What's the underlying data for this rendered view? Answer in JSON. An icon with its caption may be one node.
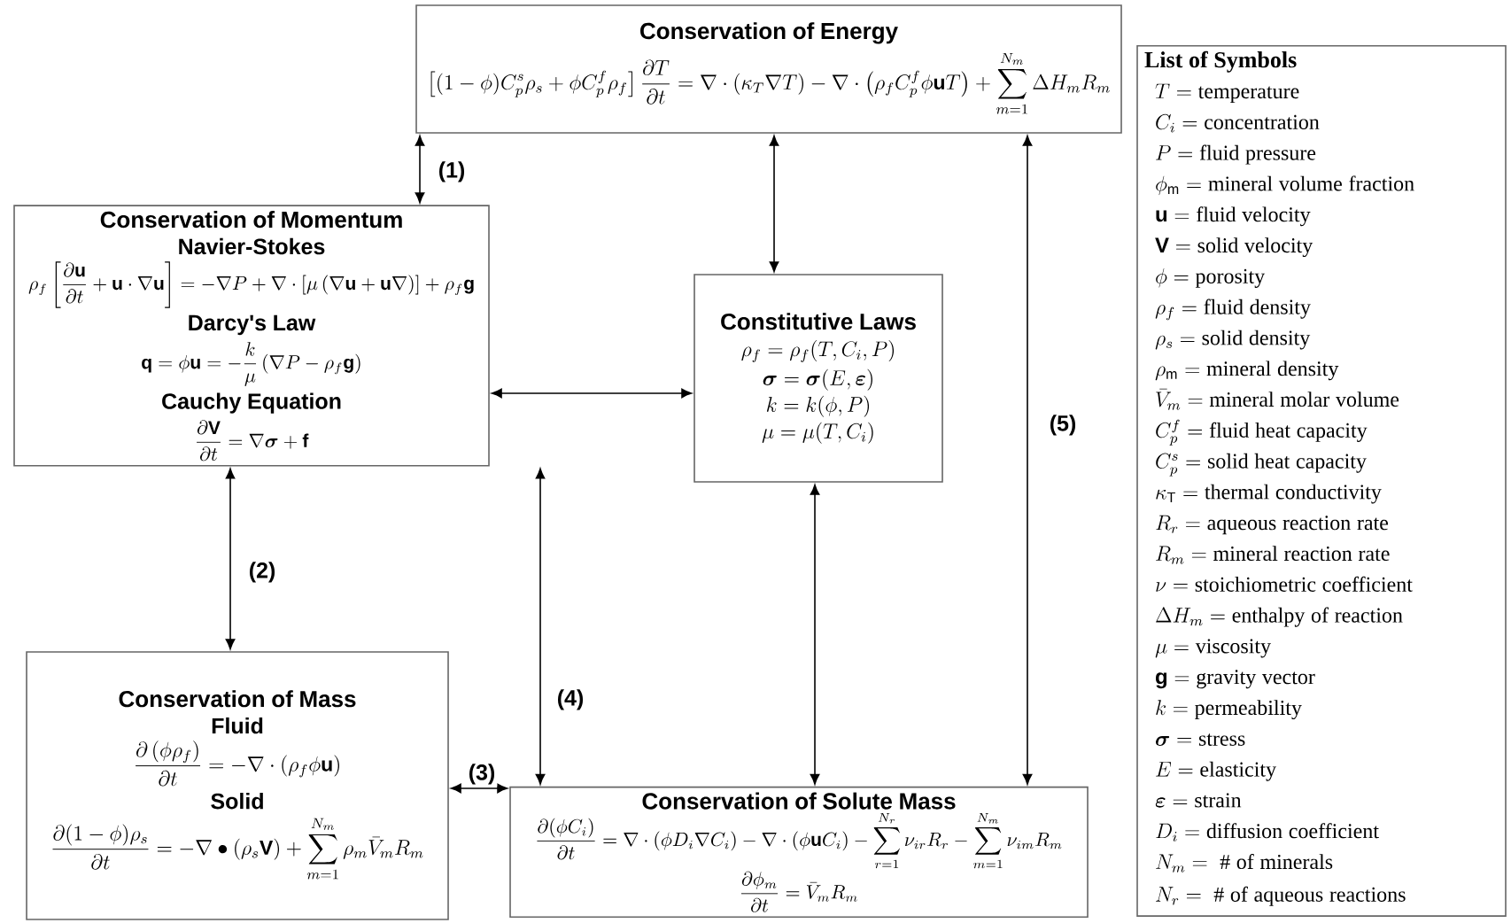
{
  "diagram": {
    "nodes": [
      {
        "text": [
          "Conservation of Energy",
          "\\left[(1-\\phi)C_p^s\\rho_s+\\phi C_p^f\\rho_f\\right]\\frac{\\partial T}{\\partial t}=\\nabla\\cdot\\left(\\kappa_T\\nabla T\\right)-\\nabla\\cdot\\left(\\rho_f C_p^f\\phi\\mathbf{u}T\\right)+\\sum_{m=1}^{N_m}\\Delta H_m R_m"
        ]
      },
      {
        "text": [
          "Conservation of Momentum",
          "Navier-Stokes",
          "\\rho_f\\left[\\frac{\\partial\\mathbf{u}}{\\partial t}+\\mathbf{u}\\cdot\\nabla\\mathbf{u}\\right]=-\\nabla P+\\nabla\\cdot\\left[\\mu\\left(\\nabla\\mathbf{u}+\\mathbf{u}\\nabla\\right)\\right]+\\rho_f\\mathbf{g}",
          "Darcy's Law",
          "\\mathbf{q}=\\phi\\mathbf{u}=-\\frac{k}{\\mu}\\left(\\nabla P-\\rho_f\\mathbf{g}\\right)",
          "Cauchy Equation",
          "\\frac{\\partial\\mathbf{V}}{\\partial t}=\\nabla\\boldsymbol{\\sigma}+\\mathbf{f}"
        ]
      },
      {
        "text": [
          "Constitutive Laws",
          "\\rho_f=\\rho_f(T,C_i,P)",
          "\\boldsymbol{\\sigma}=\\boldsymbol{\\sigma}(E,\\boldsymbol{\\varepsilon})",
          "k=k(\\phi,P)",
          "\\mu=\\mu(T,C_i)"
        ]
      },
      {
        "text": [
          "Conservation of Mass",
          "Fluid",
          "\\frac{\\partial\\left(\\phi\\rho_f\\right)}{\\partial t}=-\\nabla\\cdot\\left(\\rho_f\\phi\\mathbf{u}\\right)",
          "Solid",
          "\\frac{\\partial(1-\\phi)\\rho_s}{\\partial t}=-\\nabla\\bullet\\left(\\rho_s\\mathbf{V}\\right)+\\sum_{m=1}^{N_m}\\rho_m\\bar{V}_m R_m"
        ]
      },
      {
        "text": [
          "Conservation of Solute Mass",
          "\\frac{\\partial(\\phi C_i)}{\\partial t}=\\nabla\\cdot(\\phi D_i\\nabla C_i)-\\nabla\\cdot(\\phi\\mathbf{u}C_i)-\\sum_{r=1}^{N_r}\\nu_{ir}R_r-\\sum_{m=1}^{N_m}\\nu_{im}R_m",
          "\\frac{\\partial\\phi_m}{\\partial t}=\\bar{V}_m R_m"
        ]
      },
      {
        "text": [
          "List of Symbols",
          "T=\\mbox{temperature}",
          "C_i=\\mbox{concentration}",
          "P=\\mbox{fluid pressure}",
          "\\phi_{\\mathrm{m}}=\\mbox{mineral volume fraction}",
          "\\mathbf{u}=\\mbox{fluid velocity}",
          "\\mathbf{V}=\\mbox{solid velocity}",
          "\\phi=\\mbox{porosity}",
          "\\rho_f=\\mbox{fluid density}",
          "\\rho_s=\\mbox{solid density}",
          "\\rho_{\\mathrm{m}}=\\mbox{mineral density}",
          "\\bar{V}_m=\\mbox{mineral molar volume}",
          "C_p^f=\\mbox{fluid heat capacity}",
          "C_p^s=\\mbox{solid heat capacity}",
          "\\kappa_{\\mathrm{T}}=\\mbox{thermal conductivity}",
          "R_r=\\mbox{aqueous reaction rate}",
          "R_m=\\mbox{mineral reaction rate}",
          "\\nu=\\mbox{stoichiometric coefficient}",
          "\\Delta H_m=\\mbox{enthalpy of reaction}",
          "\\mu=\\mbox{viscosity}",
          "\\mathbf{g}=\\mbox{gravity vector}",
          "k=\\mbox{permeability}",
          "\\boldsymbol{\\sigma}=\\mbox{stress}",
          "E=\\mbox{elasticity}",
          "\\boldsymbol{\\varepsilon}=\\mbox{strain}",
          "D_i=\\mbox{diffusion coefficient}",
          "N_m=\\mbox{ \\# of minerals}",
          "N_r=\\mbox{ \\# of aqueous reactions}"
        ]
      }
    ],
    "edges": [
      {
        "from": 0,
        "to": 1,
        "arrow": "both",
        "label": "(1)"
      },
      {
        "from": 0,
        "to": 2,
        "arrow": "both"
      },
      {
        "from": 1,
        "to": 2,
        "arrow": "both"
      },
      {
        "from": 1,
        "to": 3,
        "arrow": "both",
        "label": "(2)"
      },
      {
        "from": 3,
        "to": 4,
        "arrow": "both",
        "label": "(3)"
      },
      {
        "from": 1,
        "to": 4,
        "arrow": "both",
        "label": "(4)"
      },
      {
        "from": 2,
        "to": 4,
        "arrow": "both"
      },
      {
        "from": 0,
        "to": 4,
        "arrow": "both",
        "label": "(5)"
      }
    ]
  }
}
